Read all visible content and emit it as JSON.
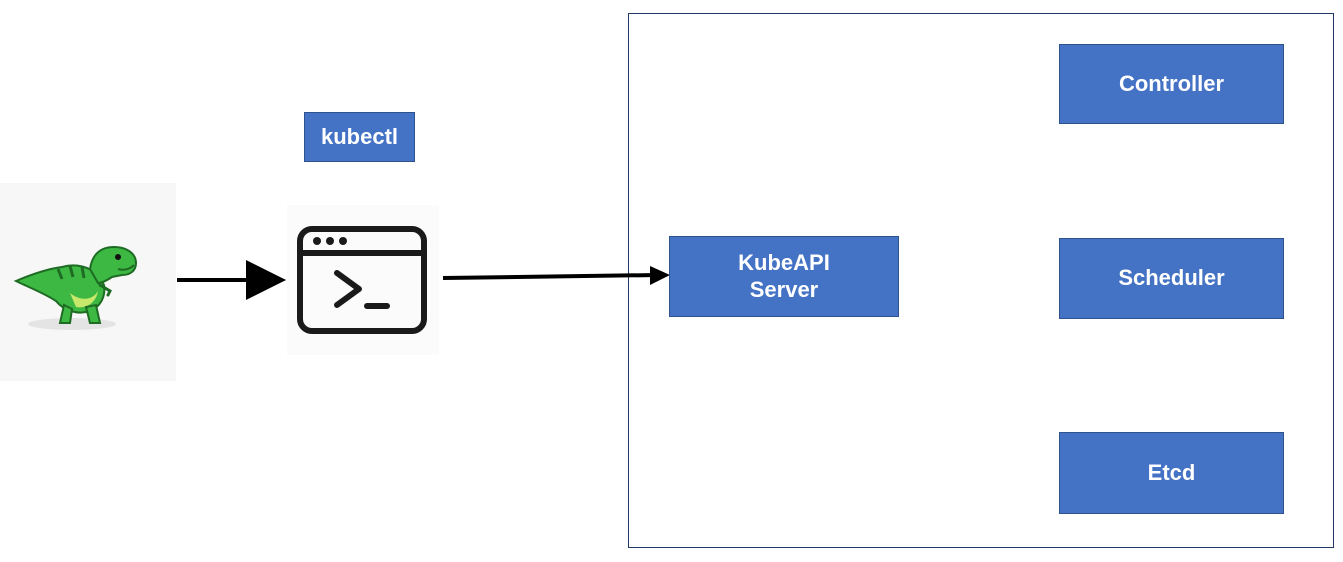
{
  "diagram": {
    "kubectl_label": "kubectl",
    "kubeapi": {
      "line1": "KubeAPI",
      "line2": "Server"
    },
    "controller_label": "Controller",
    "scheduler_label": "Scheduler",
    "etcd_label": "Etcd"
  },
  "icons": {
    "user": "dinosaur-icon",
    "terminal": "terminal-window-icon"
  },
  "colors": {
    "box_fill": "#4472c4",
    "box_border": "#2f528f",
    "box_text": "#ffffff",
    "frame_border": "#1f3864",
    "arrow": "#000000",
    "dino_green": "#3cb843"
  }
}
